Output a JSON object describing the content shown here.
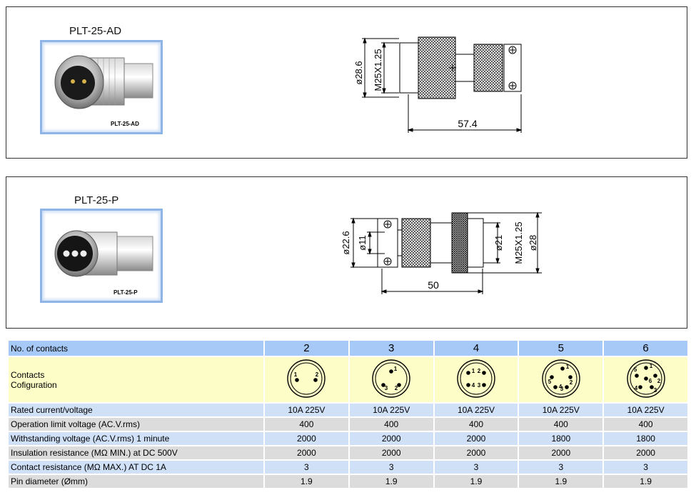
{
  "products": [
    {
      "title": "PLT-25-AD",
      "photo_label": "PLT-25-AD",
      "dims": {
        "outer_diameter": "ø28.6",
        "thread": "M25X1.25",
        "length": "57.4"
      }
    },
    {
      "title": "PLT-25-P",
      "photo_label": "PLT-25-P",
      "dims": {
        "outer_diameter": "ø22.6",
        "inner_diameter": "ø11",
        "body_diameter": "ø21",
        "thread": "M25X1.25",
        "nut_diameter": "ø28",
        "length": "50"
      }
    }
  ],
  "table": {
    "header_label": "No. of contacts",
    "columns": [
      "2",
      "3",
      "4",
      "5",
      "6"
    ],
    "config_label_line1": "Contacts",
    "config_label_line2": "Cofiguration",
    "pin_layouts": [
      [
        "1",
        "2"
      ],
      [
        "1",
        "2",
        "3"
      ],
      [
        "1",
        "2",
        "3",
        "4"
      ],
      [
        "1",
        "2",
        "3",
        "4",
        "5"
      ],
      [
        "1",
        "2",
        "3",
        "4",
        "5",
        "6"
      ]
    ],
    "rows": [
      {
        "label": "Rated current/voltage",
        "values": [
          "10A 225V",
          "10A 225V",
          "10A 225V",
          "10A 225V",
          "10A 225V"
        ]
      },
      {
        "label": "Operation limit voltage (AC.V.rms)",
        "values": [
          "400",
          "400",
          "400",
          "400",
          "400"
        ]
      },
      {
        "label": "Withstanding voltage (AC.V.rms) 1 minute",
        "values": [
          "2000",
          "2000",
          "2000",
          "1800",
          "1800"
        ]
      },
      {
        "label": "Insulation resistance (MΩ MIN.) at DC 500V",
        "values": [
          "2000",
          "2000",
          "2000",
          "2000",
          "2000"
        ]
      },
      {
        "label": "Contact resistance (MΩ MAX.) AT DC 1A",
        "values": [
          "3",
          "3",
          "3",
          "3",
          "3"
        ]
      },
      {
        "label": "Pin diameter (Ømm)",
        "values": [
          "1.9",
          "1.9",
          "1.9",
          "1.9",
          "1.9"
        ]
      }
    ]
  }
}
